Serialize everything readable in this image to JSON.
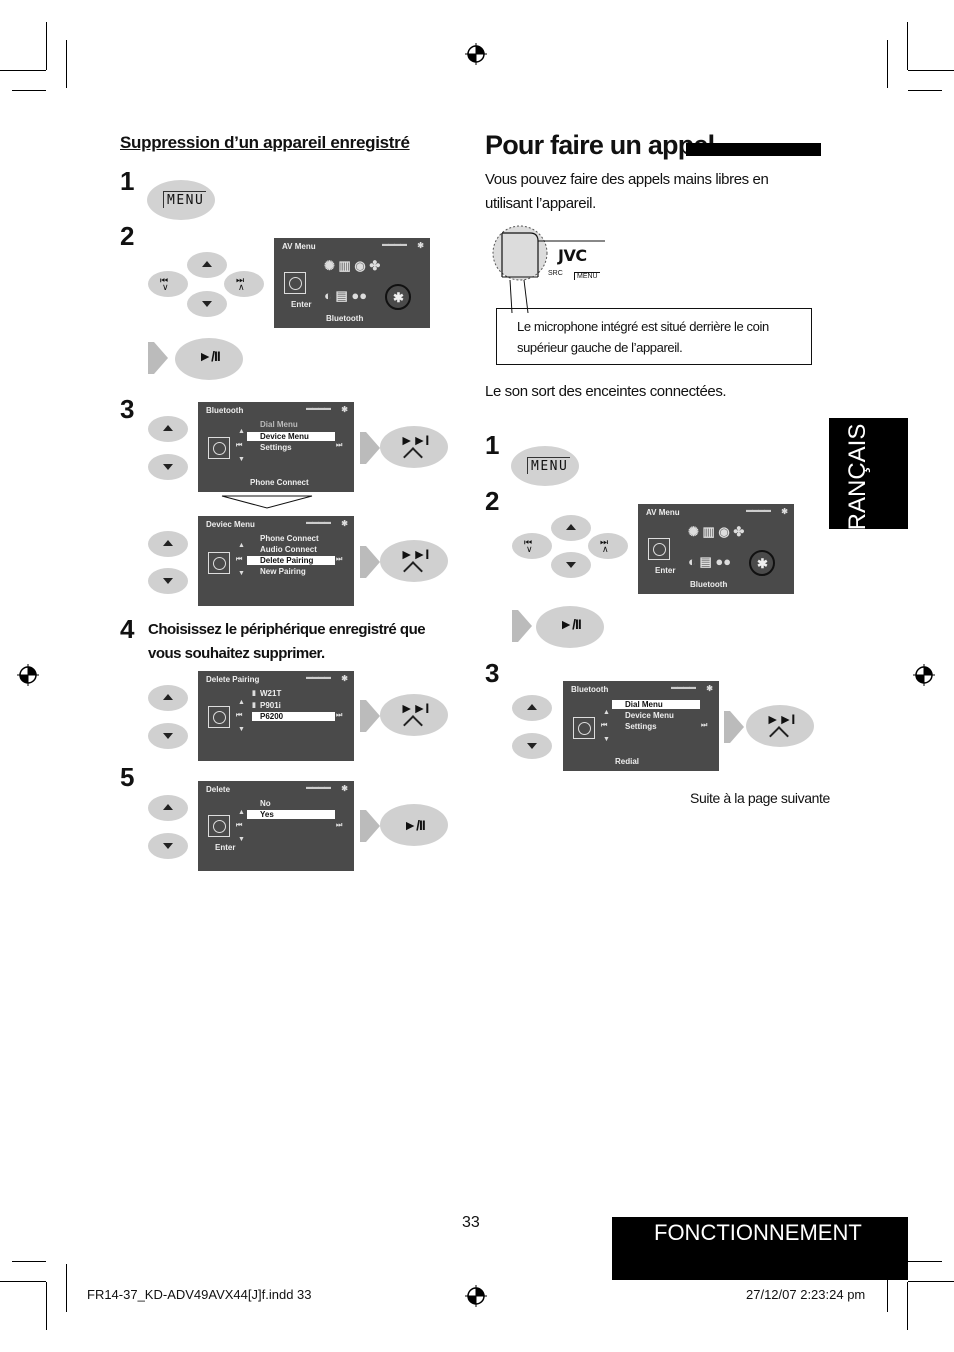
{
  "left": {
    "heading": "Suppression d’un appareil enregistré",
    "step_numbers": [
      "1",
      "2",
      "3",
      "4",
      "5"
    ],
    "step4_text": "Choisissez le périphérique enregistré que vous souhaitez supprimer.",
    "menu_label": "MENU",
    "screen_av": {
      "title": "AV Menu",
      "enter": "Enter",
      "footer": "Bluetooth"
    },
    "screen_bt": {
      "title": "Bluetooth",
      "items": [
        "Dial Menu",
        "Device Menu",
        "Settings"
      ],
      "footer": "Phone Connect"
    },
    "screen_dev": {
      "title": "Deviec Menu",
      "items": [
        "Phone Connect",
        "Audio Connect",
        "Delete Pairing",
        "New Pairing"
      ]
    },
    "screen_del_pair": {
      "title": "Delete Pairing",
      "items": [
        "W21T",
        "P901i",
        "P6200"
      ]
    },
    "screen_delete": {
      "title": "Delete",
      "items": [
        "No",
        "Yes"
      ],
      "enter": "Enter"
    }
  },
  "right": {
    "title": "Pour faire un appel",
    "intro": "Vous pouvez faire des appels mains libres en utilisant l’appareil.",
    "jvc_logo": "JVC",
    "src_label": "SRC",
    "menu_small": "MENU",
    "mic_note": "Le microphone intégré est situé derrière le coin supérieur gauche de l’appareil.",
    "sound_text": "Le son sort des enceintes connectées.",
    "step_numbers": [
      "1",
      "2",
      "3"
    ],
    "menu_label": "MENU",
    "screen_av": {
      "title": "AV Menu",
      "enter": "Enter",
      "footer": "Bluetooth"
    },
    "screen_bt": {
      "title": "Bluetooth",
      "items": [
        "Dial Menu",
        "Device Menu",
        "Settings"
      ],
      "footer": "Redial"
    },
    "continue": "Suite à la page suivante"
  },
  "side_tab": "FRANÇAIS",
  "section_tab": "FONCTIONNEMENT",
  "page_number": "33",
  "footer": {
    "file": "FR14-37_KD-ADV49AVX44[J]f.indd   33",
    "date": "27/12/07   2:23:24 pm"
  },
  "play_label": "►/II",
  "skip_label": "►►I"
}
